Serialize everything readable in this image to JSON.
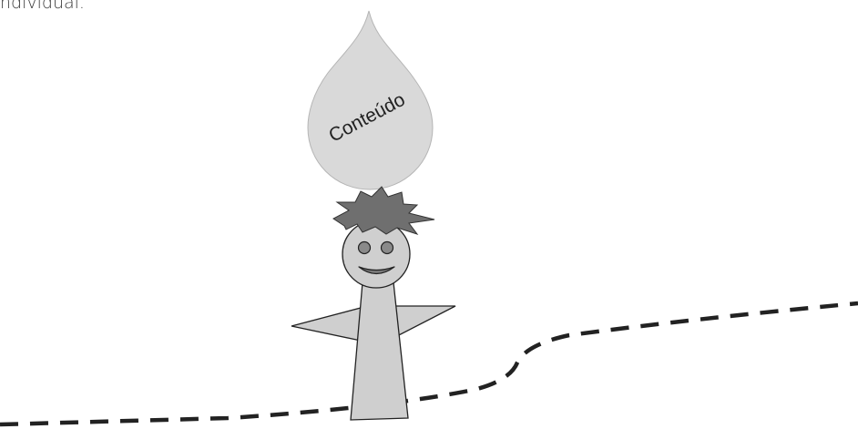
{
  "caption": {
    "fragment": "ndividual."
  },
  "drop": {
    "label": "Conteúdo"
  },
  "colors": {
    "drop_fill": "#d9d9d9",
    "figure_fill": "#cfcfcf",
    "hair_fill": "#6f6f6f",
    "eye_fill": "#8a8a8a",
    "mouth_fill": "#7a7a7a",
    "outline": "#222222",
    "path_stroke": "#222222"
  },
  "icons": {
    "drop": "water-drop-icon",
    "person": "stick-figure-icon",
    "path": "dashed-path-line"
  }
}
